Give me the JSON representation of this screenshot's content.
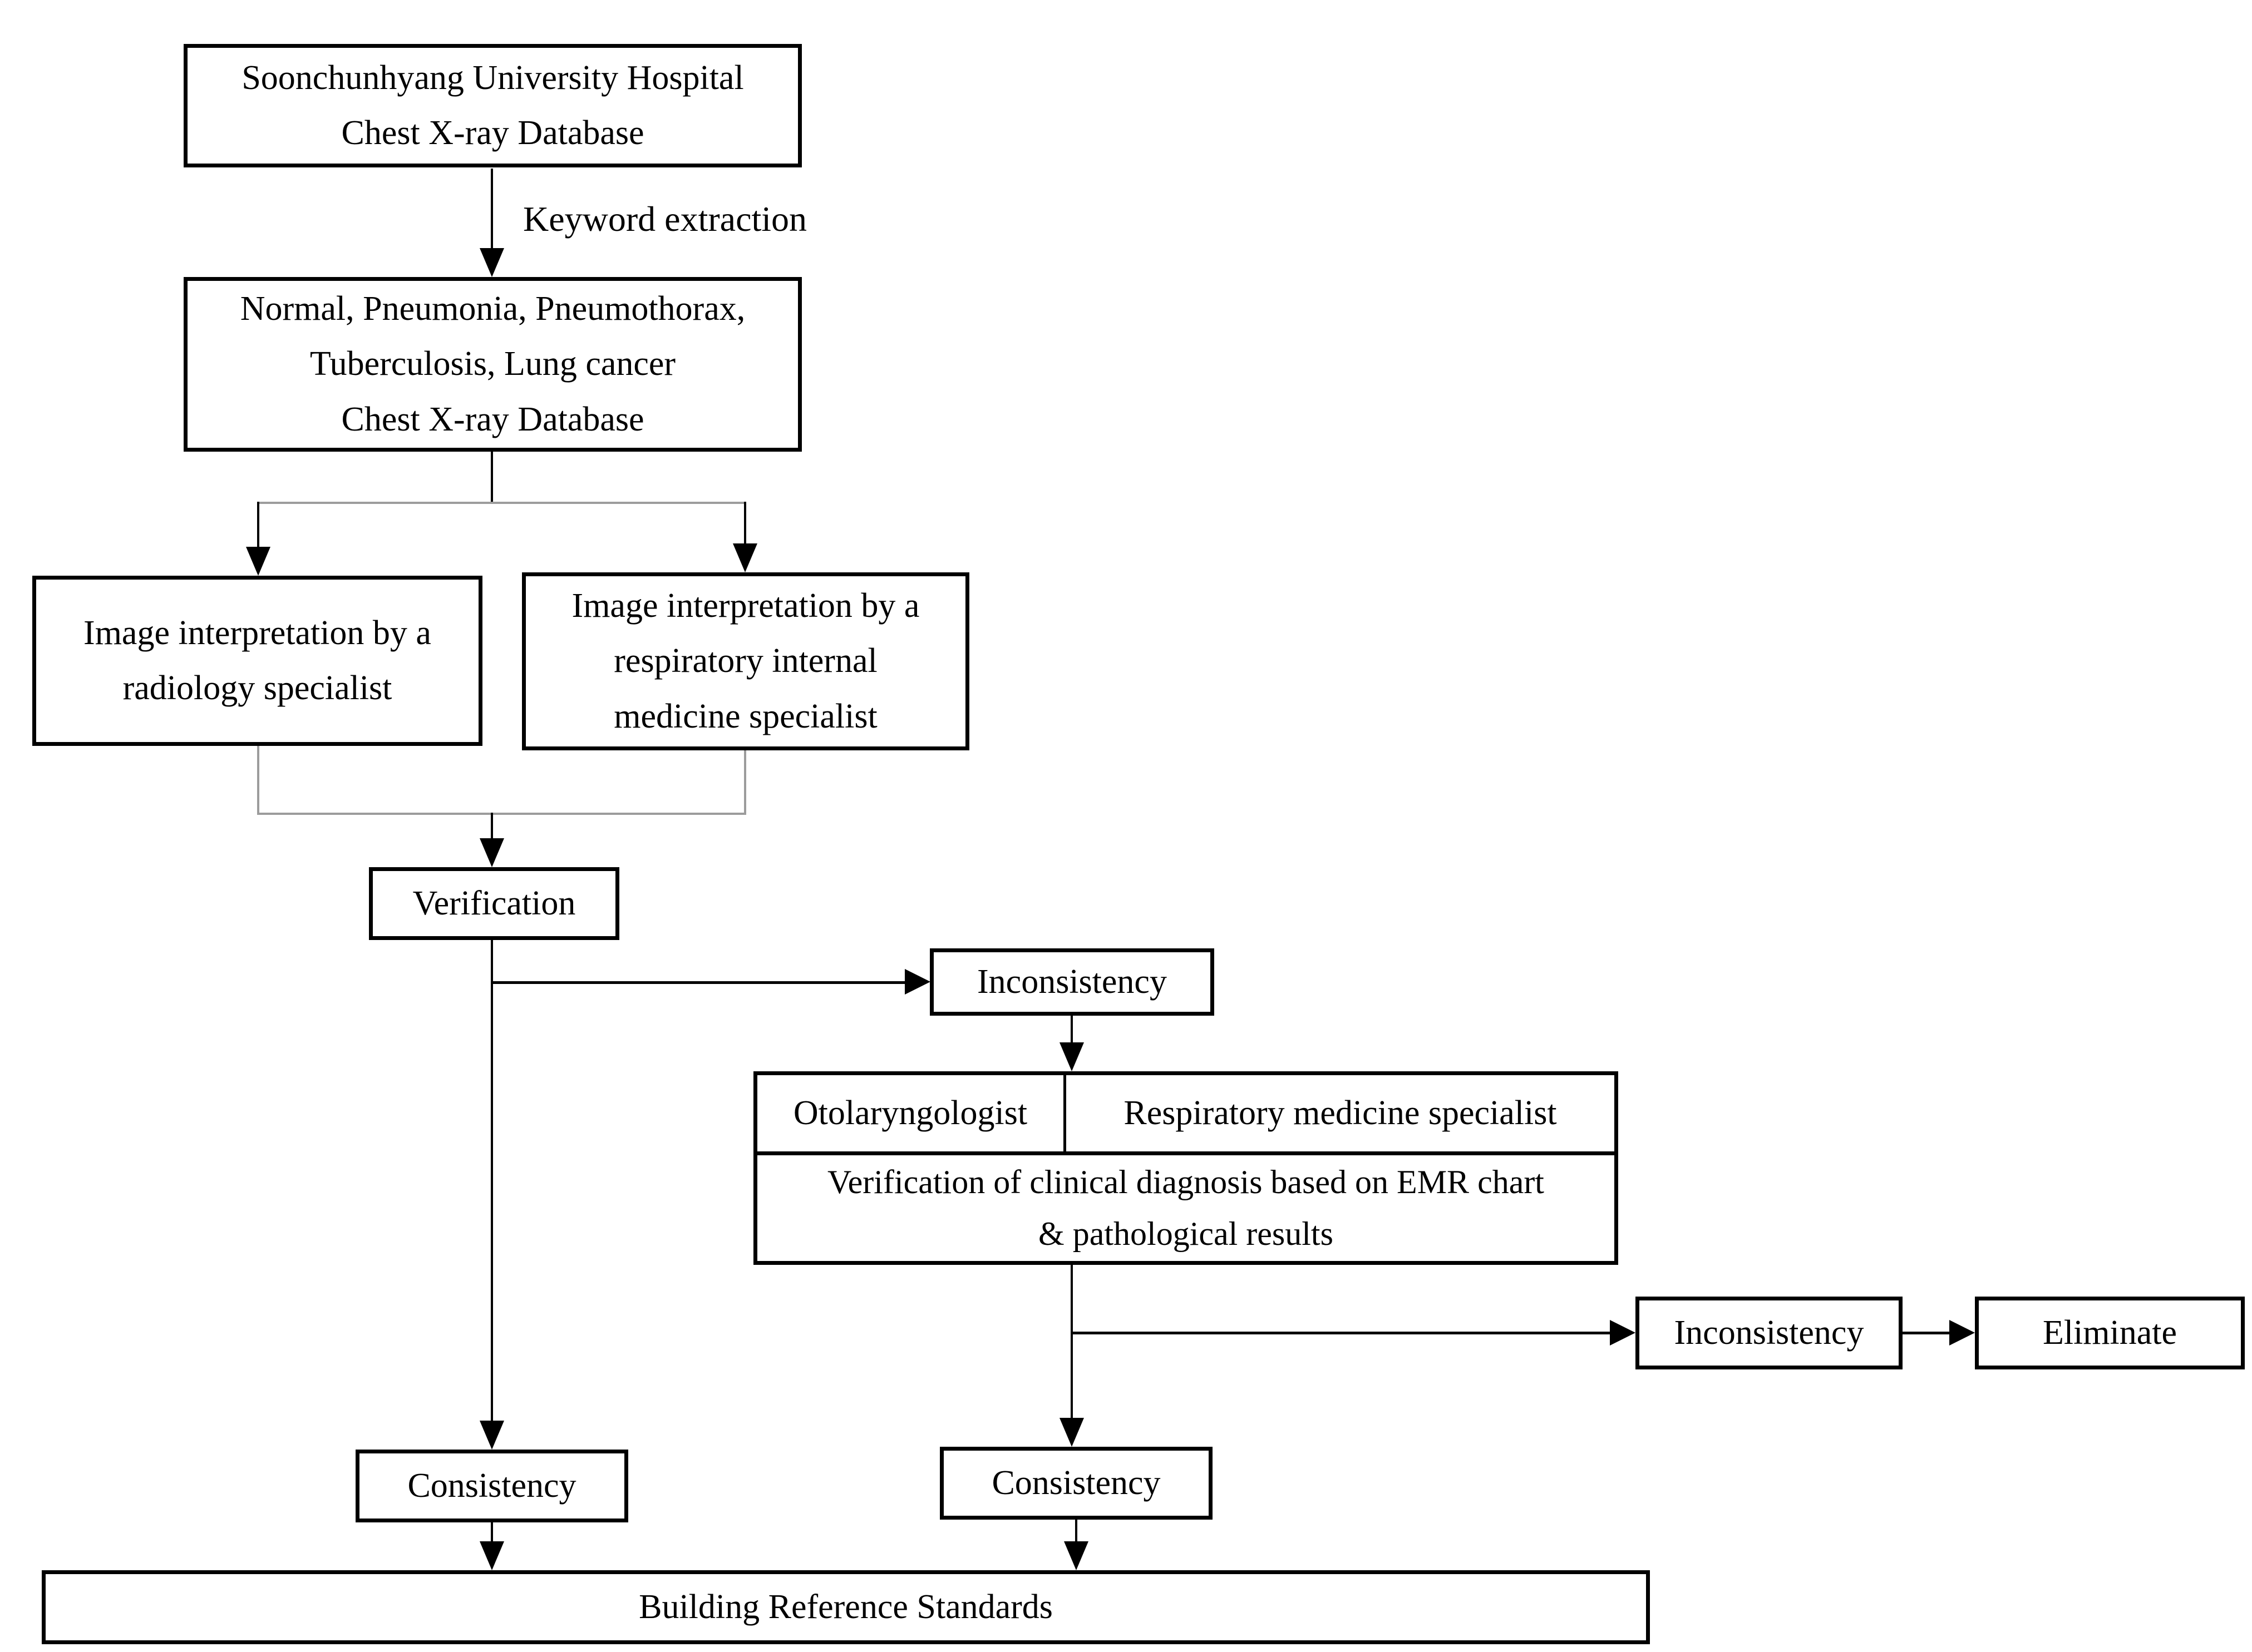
{
  "flowchart": {
    "source_db": {
      "lines": [
        "Soonchunhyang University Hospital",
        "Chest X-ray Database"
      ]
    },
    "keyword_extraction_label": "Keyword extraction",
    "filtered_db": {
      "lines": [
        "Normal, Pneumonia, Pneumothorax,",
        "Tuberculosis, Lung cancer",
        "Chest X-ray Database"
      ]
    },
    "radiology_box": {
      "lines": [
        "Image interpretation by a",
        "radiology specialist"
      ]
    },
    "respiratory_box": {
      "lines": [
        "Image interpretation by a",
        "respiratory internal",
        "medicine specialist"
      ]
    },
    "verification_box": {
      "label": "Verification"
    },
    "inconsistency_box_1": {
      "label": "Inconsistency"
    },
    "review_table": {
      "header": [
        "Otolaryngologist",
        "Respiratory medicine specialist"
      ],
      "body_lines": [
        "Verification of clinical diagnosis based on EMR chart",
        "& pathological results"
      ]
    },
    "inconsistency_box_2": {
      "label": "Inconsistency"
    },
    "eliminate_box": {
      "label": "Eliminate"
    },
    "consistency_box_1": {
      "label": "Consistency"
    },
    "consistency_box_2": {
      "label": "Consistency"
    },
    "reference_standards_bar": {
      "label": "Building Reference Standards"
    },
    "colors": {
      "box_border": "#000000",
      "line_black": "#000000",
      "connector_gray": "#9c9c9c",
      "background": "#ffffff",
      "text": "#000000"
    }
  }
}
